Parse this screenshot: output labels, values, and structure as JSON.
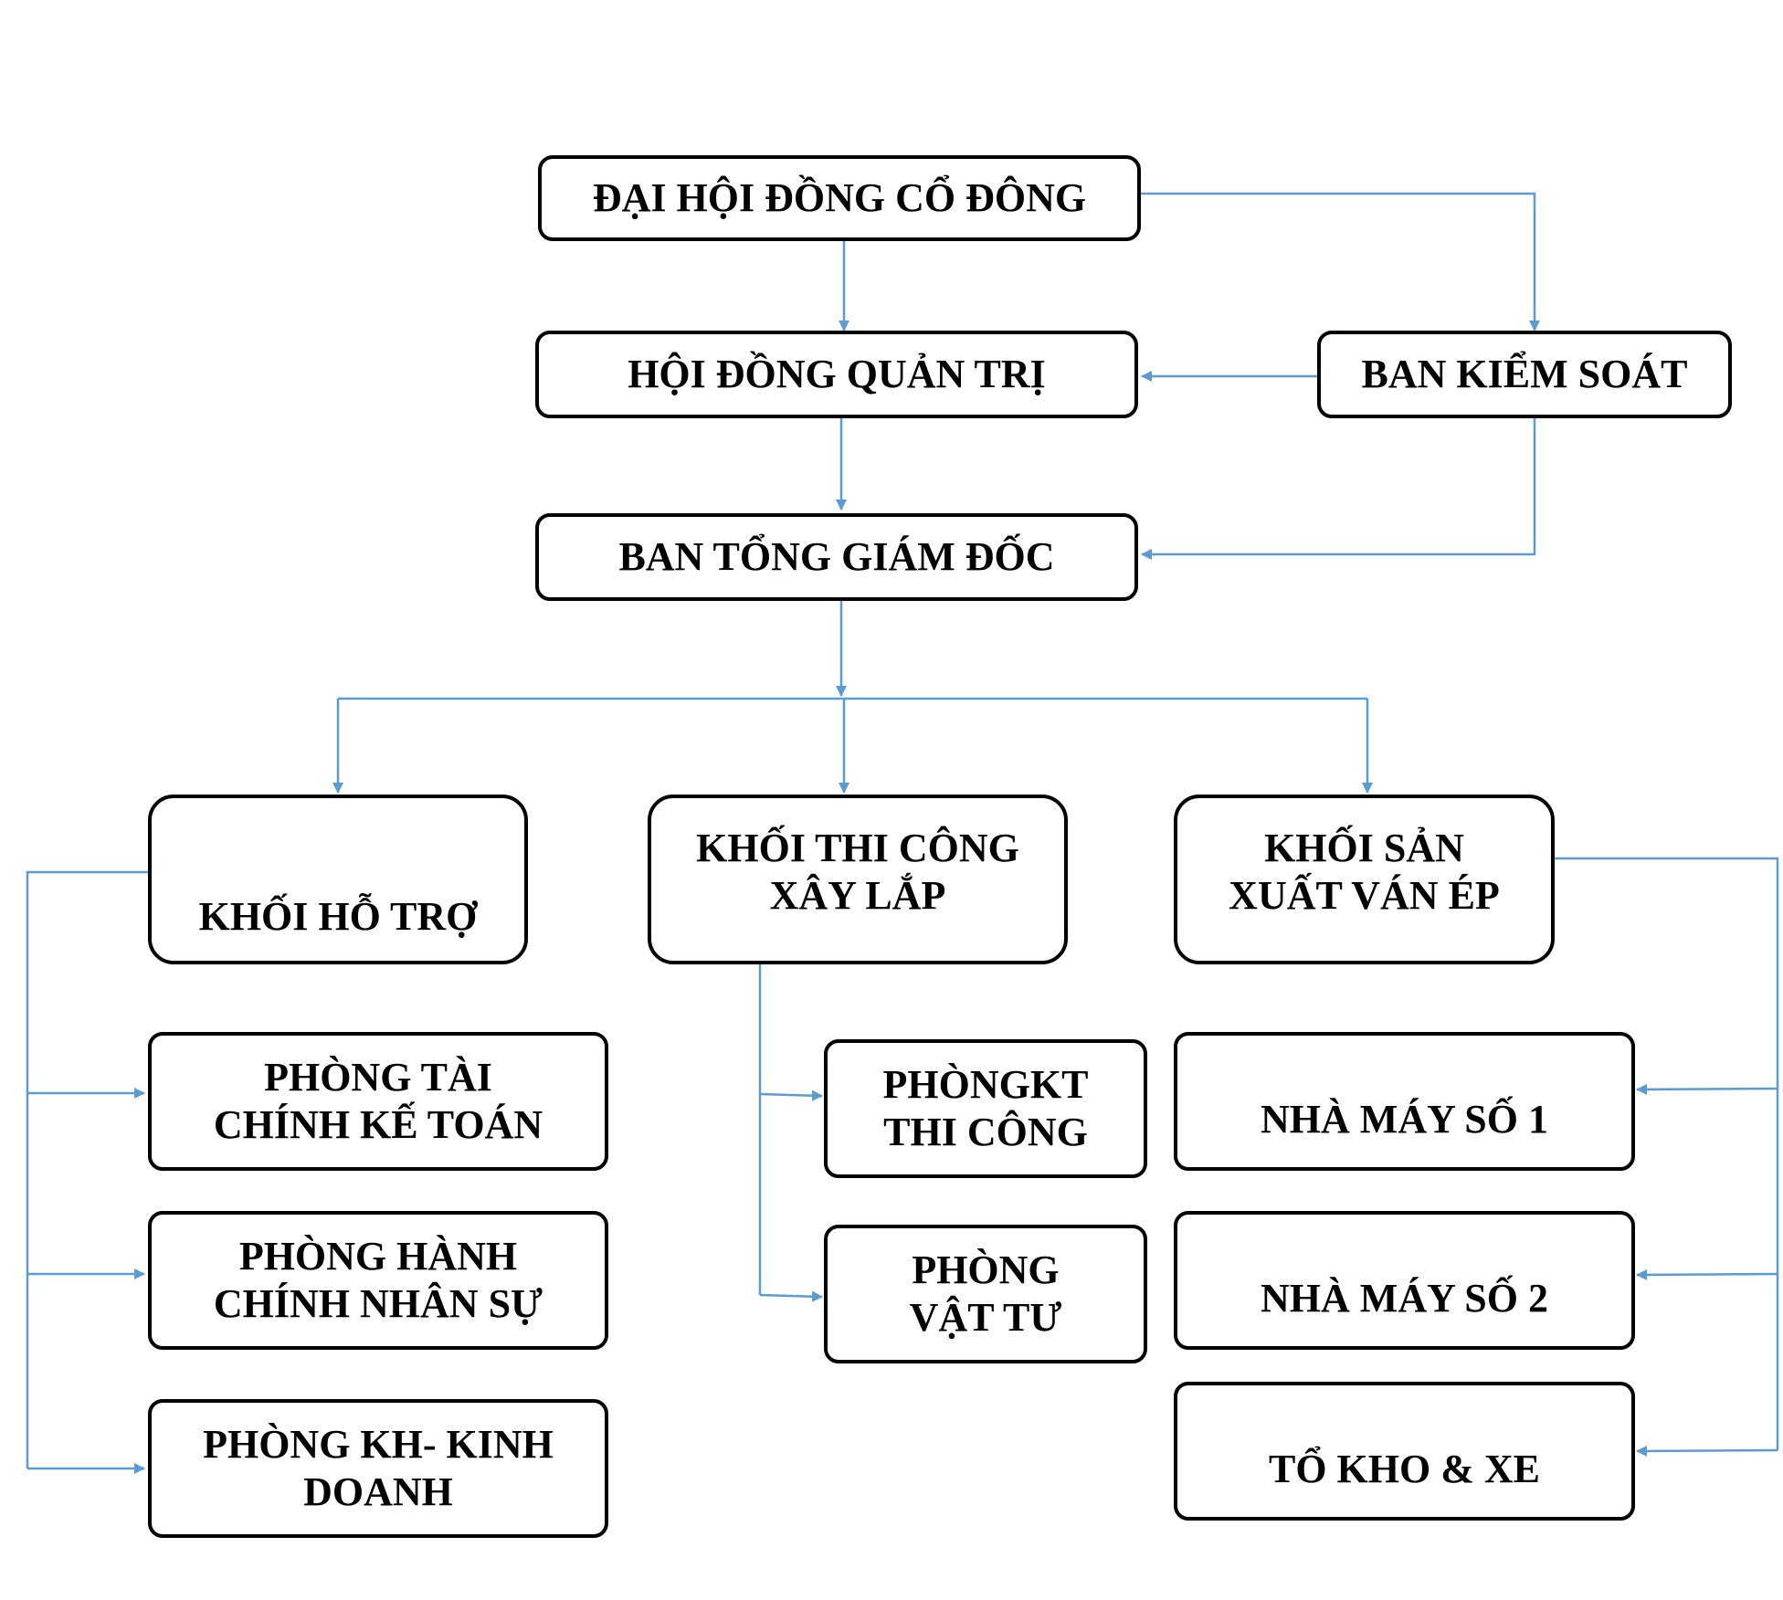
{
  "diagram": {
    "line_color": "#5b9bd5",
    "border_color": "#000000",
    "nodes": {
      "dai_hoi_dong_co_dong": [
        "ĐẠI HỘI ĐỒNG CỔ ĐÔNG"
      ],
      "hoi_dong_quan_tri": [
        "HỘI ĐỒNG QUẢN TRỊ"
      ],
      "ban_kiem_soat": [
        "BAN KIỂM SOÁT"
      ],
      "ban_tong_giam_doc": [
        "BAN TỔNG GIÁM ĐỐC"
      ],
      "khoi_ho_tro": [
        "KHỐI HỖ TRỢ"
      ],
      "khoi_thi_cong": [
        "KHỐI THI CÔNG",
        "XÂY LẮP"
      ],
      "khoi_san_xuat": [
        "KHỐI SẢN",
        "XUẤT VÁN ÉP"
      ],
      "phong_tai_chinh": [
        "PHÒNG TÀI",
        "CHÍNH KẾ TOÁN"
      ],
      "phong_hanh_chinh": [
        "PHÒNG HÀNH",
        "CHÍNH NHÂN SỰ"
      ],
      "phong_kh_kinh_doanh": [
        "PHÒNG KH- KINH",
        "DOANH"
      ],
      "phong_kt_thi_cong": [
        "PHÒNGKT",
        "THI CÔNG"
      ],
      "phong_vat_tu": [
        "PHÒNG",
        "VẬT TƯ"
      ],
      "nha_may_1": [
        "NHÀ MÁY SỐ 1"
      ],
      "nha_may_2": [
        "NHÀ MÁY SỐ 2"
      ],
      "to_kho_xe": [
        "TỔ KHO & XE"
      ]
    },
    "edges": [
      [
        "dai_hoi_dong_co_dong",
        "hoi_dong_quan_tri"
      ],
      [
        "dai_hoi_dong_co_dong",
        "ban_kiem_soat"
      ],
      [
        "ban_kiem_soat",
        "hoi_dong_quan_tri"
      ],
      [
        "hoi_dong_quan_tri",
        "ban_tong_giam_doc"
      ],
      [
        "ban_kiem_soat",
        "ban_tong_giam_doc"
      ],
      [
        "ban_tong_giam_doc",
        "khoi_ho_tro"
      ],
      [
        "ban_tong_giam_doc",
        "khoi_thi_cong"
      ],
      [
        "ban_tong_giam_doc",
        "khoi_san_xuat"
      ],
      [
        "khoi_ho_tro",
        "phong_tai_chinh"
      ],
      [
        "khoi_ho_tro",
        "phong_hanh_chinh"
      ],
      [
        "khoi_ho_tro",
        "phong_kh_kinh_doanh"
      ],
      [
        "khoi_thi_cong",
        "phong_kt_thi_cong"
      ],
      [
        "khoi_thi_cong",
        "phong_vat_tu"
      ],
      [
        "khoi_san_xuat",
        "nha_may_1"
      ],
      [
        "khoi_san_xuat",
        "nha_may_2"
      ],
      [
        "khoi_san_xuat",
        "to_kho_xe"
      ]
    ]
  }
}
